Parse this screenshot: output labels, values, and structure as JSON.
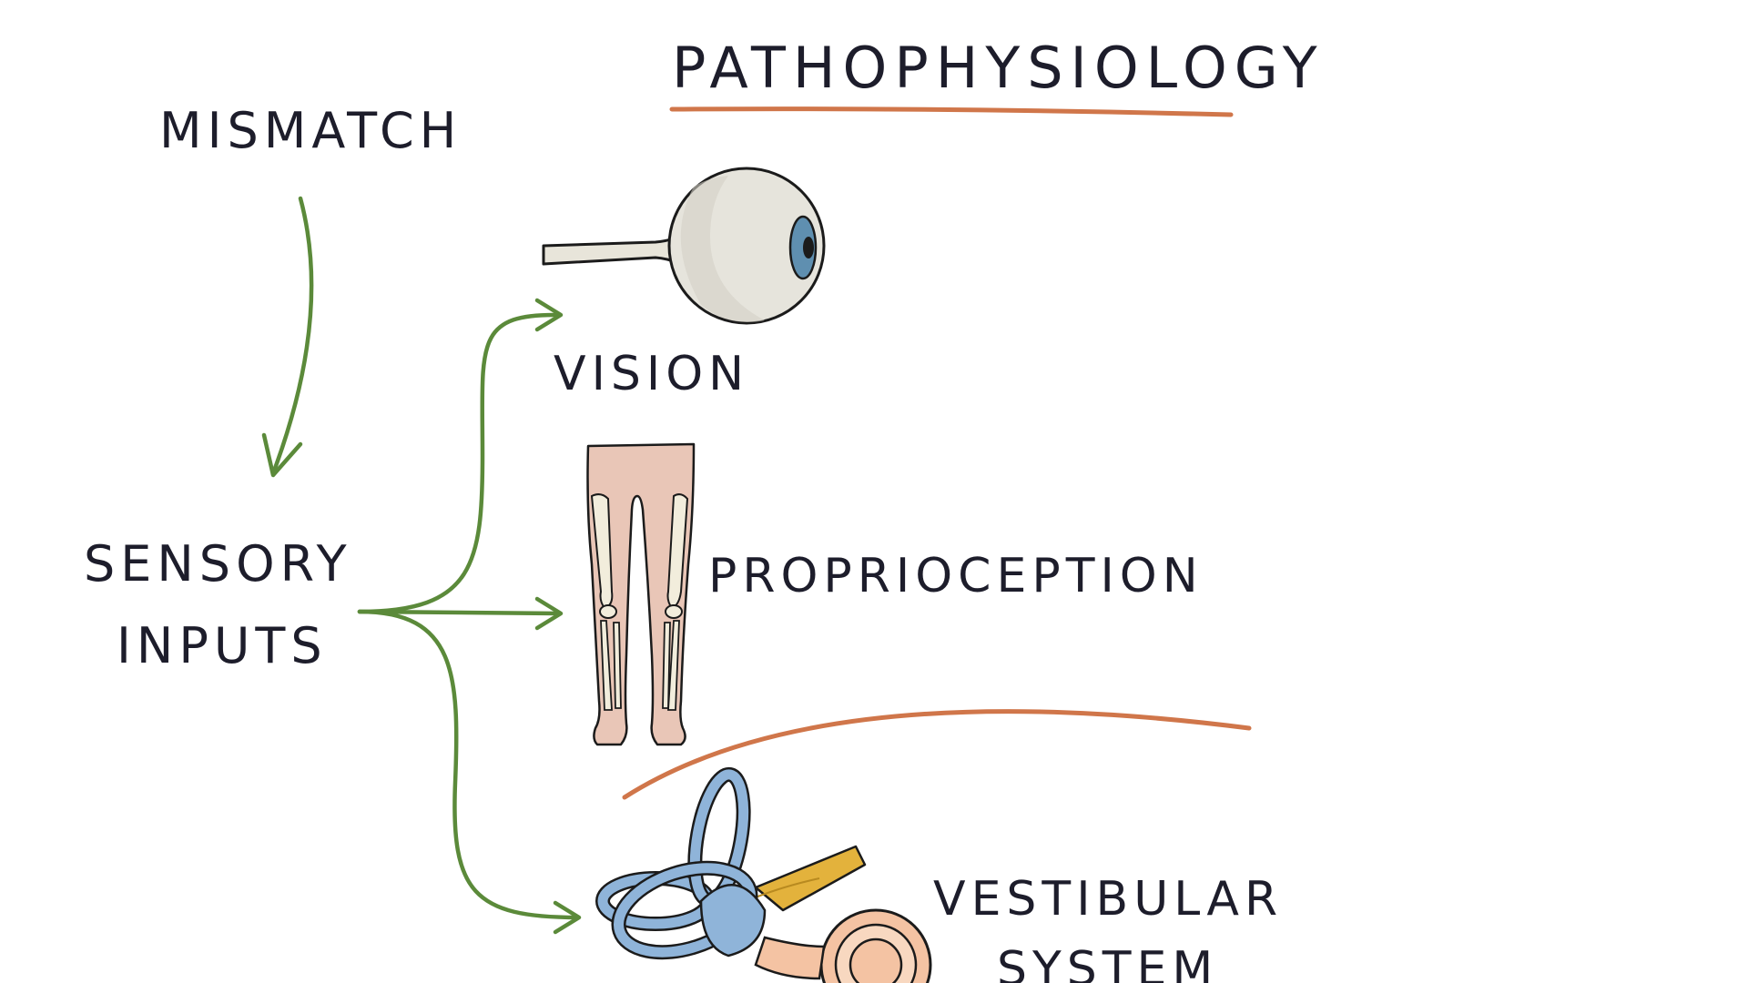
{
  "title": "PATHOPHYSIOLOGY",
  "mismatch_label": "MISMATCH",
  "sensory_inputs": {
    "line1": "SENSORY",
    "line2": "INPUTS"
  },
  "inputs": [
    {
      "label": "VISION",
      "icon": "eyeball-icon"
    },
    {
      "label": "PROPRIOCEPTION",
      "icon": "legs-icon"
    },
    {
      "label_line1": "VESTIBULAR",
      "label_line2": "SYSTEM",
      "icon": "inner-ear-icon"
    }
  ],
  "colors": {
    "arrow": "#5b8a3a",
    "underline": "#d0764a",
    "ink": "#1d1d2b"
  }
}
